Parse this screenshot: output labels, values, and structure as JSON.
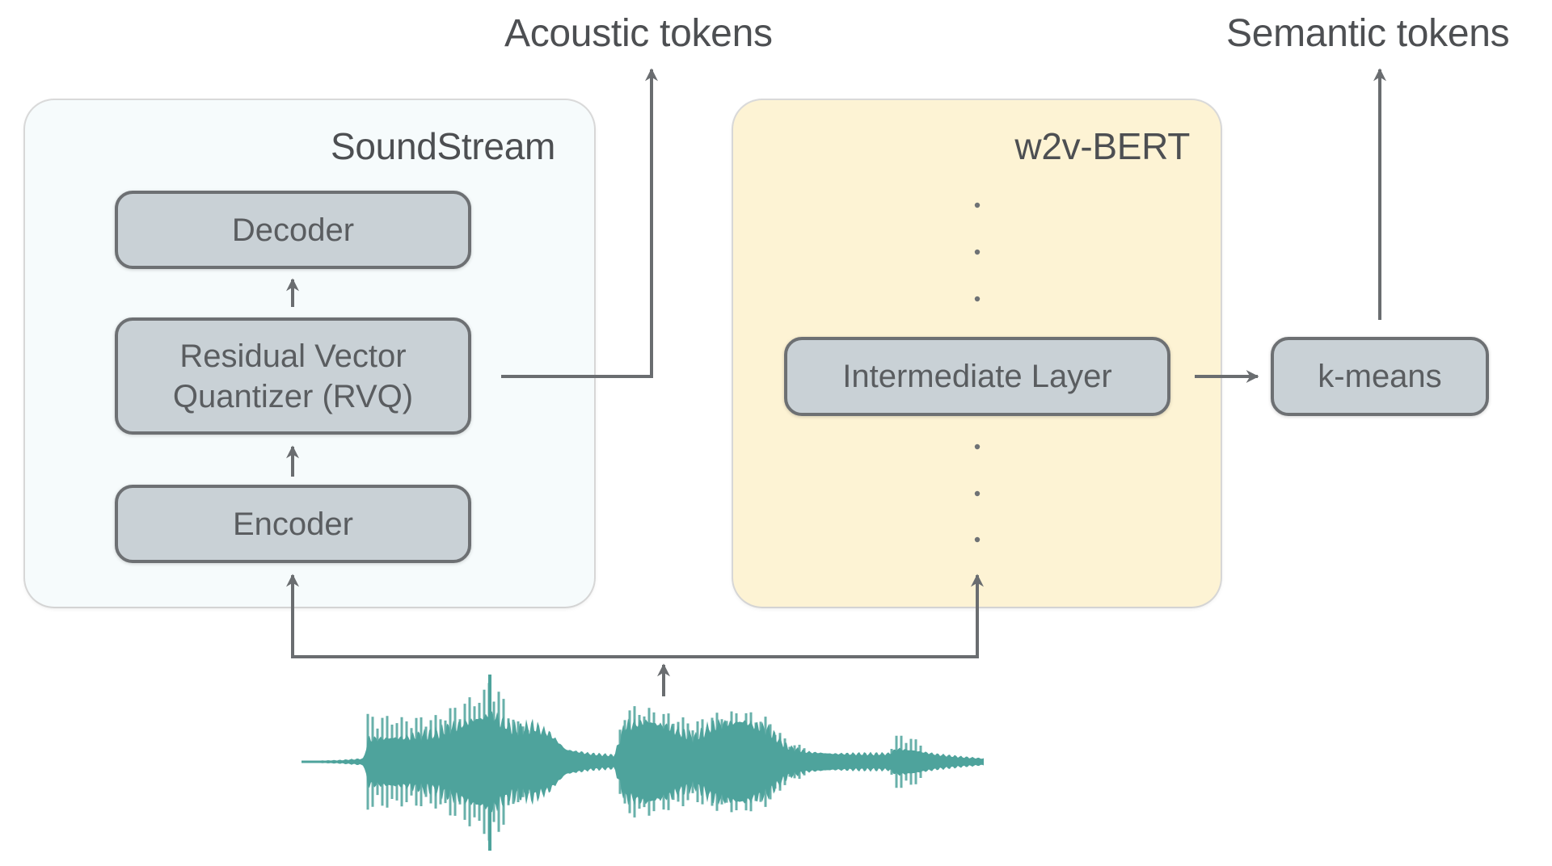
{
  "labels": {
    "acoustic_tokens": "Acoustic tokens",
    "semantic_tokens": "Semantic tokens"
  },
  "soundstream": {
    "title": "SoundStream",
    "blocks": {
      "decoder": "Decoder",
      "rvq_line1": "Residual Vector",
      "rvq_line2": "Quantizer (RVQ)",
      "encoder": "Encoder"
    }
  },
  "w2v_bert": {
    "title": "w2v-BERT",
    "intermediate_layer": "Intermediate Layer",
    "ellipsis_above": "⋮",
    "ellipsis_below": "⋮"
  },
  "kmeans": {
    "label": "k-means"
  },
  "waveform": {
    "name": "input audio waveform"
  },
  "colors": {
    "waveform": "#4ea39c",
    "soundstream_bg": "#f6fbfc",
    "w2v_bg": "#fdf3d4",
    "block_fill": "#c9d1d6",
    "block_border": "#6d7073",
    "arrow": "#6a6d70",
    "text": "#4d4f52"
  }
}
